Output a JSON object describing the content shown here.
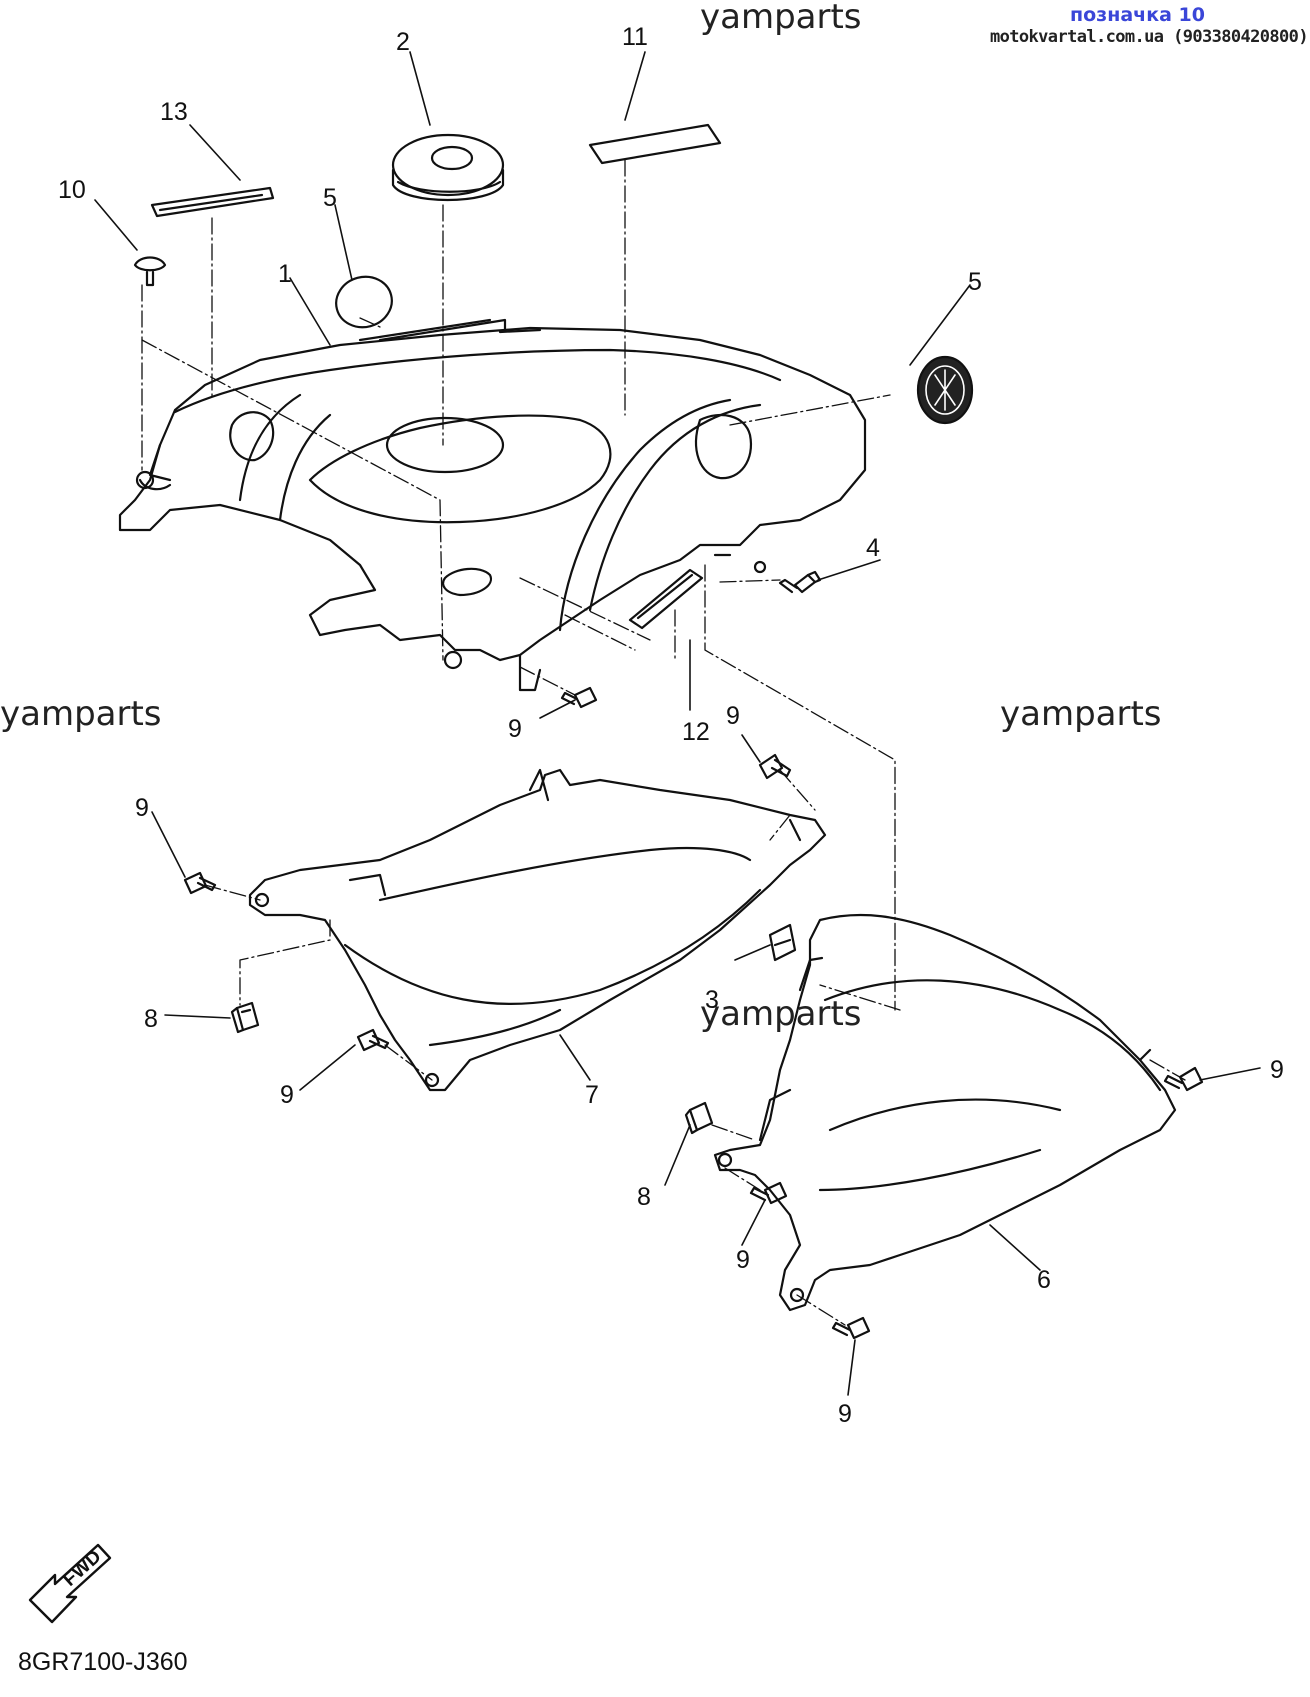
{
  "header": {
    "title": "позначка 10",
    "site": "motokvartal.com.ua (903380420800)"
  },
  "watermark": "yamparts",
  "fwd_label": "FWD",
  "diagram_code": "8GR7100-J360",
  "callouts": {
    "c1": "1",
    "c2": "2",
    "c3": "3",
    "c4": "4",
    "c5a": "5",
    "c5b": "5",
    "c6": "6",
    "c7": "7",
    "c8a": "8",
    "c8b": "8",
    "c9a": "9",
    "c9b": "9",
    "c9c": "9",
    "c9d": "9",
    "c9e": "9",
    "c9f": "9",
    "c9g": "9",
    "c10": "10",
    "c11": "11",
    "c12": "12",
    "c13": "13"
  }
}
